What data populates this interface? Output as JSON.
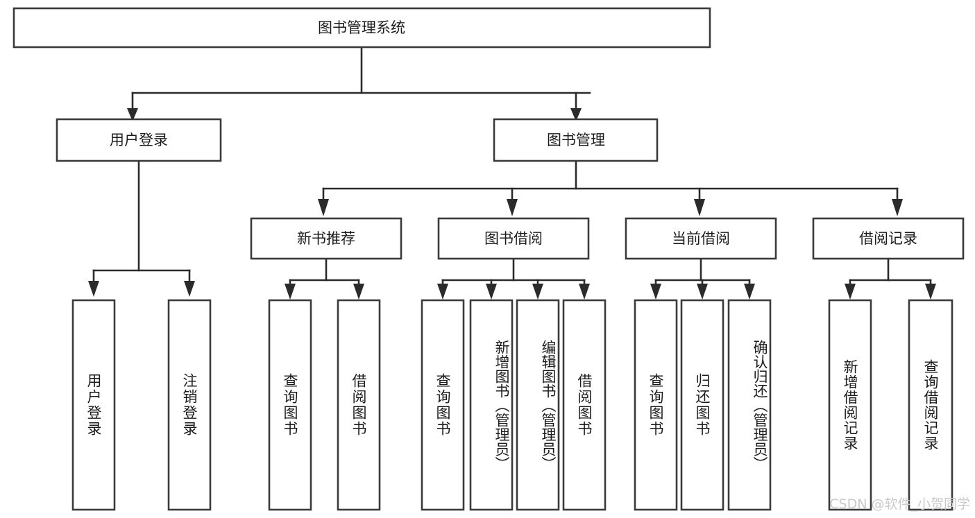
{
  "diagram": {
    "title": "图书管理系统",
    "type": "hierarchy-tree",
    "orientation": "top-down",
    "background_color": "#ffffff",
    "line_color": "#2b2b2b",
    "box_fill": "#ffffff",
    "box_stroke": "#3a3a3a",
    "text_color": "#1b1b1b"
  },
  "root": {
    "label": "图书管理系统"
  },
  "level1": [
    {
      "label": "用户登录"
    },
    {
      "label": "图书管理"
    }
  ],
  "level2": [
    {
      "label": "新书推荐"
    },
    {
      "label": "图书借阅"
    },
    {
      "label": "当前借阅"
    },
    {
      "label": "借阅记录"
    }
  ],
  "leaves": {
    "user_login": [
      {
        "label": "用户登录"
      },
      {
        "label": "注销登录"
      }
    ],
    "new_book_recommend": [
      {
        "label": "查询图书"
      },
      {
        "label": "借阅图书"
      }
    ],
    "book_borrow": [
      {
        "label": "查询图书"
      },
      {
        "label": "新增图书（管理员）"
      },
      {
        "label": "编辑图书（管理员）"
      },
      {
        "label": "借阅图书"
      }
    ],
    "current_borrow": [
      {
        "label": "查询图书"
      },
      {
        "label": "归还图书"
      },
      {
        "label": "确认归还（管理员）"
      }
    ],
    "borrow_record": [
      {
        "label": "新增借阅记录"
      },
      {
        "label": "查询借阅记录"
      }
    ]
  },
  "watermark": {
    "text": "CSDN @软件_小贺同学",
    "color": "#c9c9c9"
  }
}
